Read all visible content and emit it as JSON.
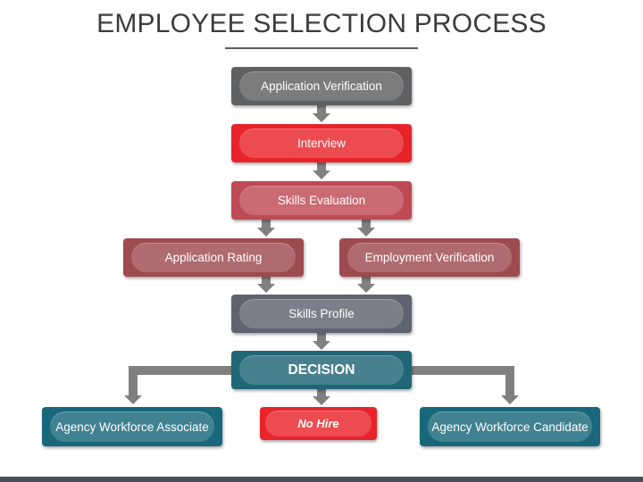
{
  "title": "EMPLOYEE SELECTION PROCESS",
  "nodes": {
    "application_verification": "Application Verification",
    "interview": "Interview",
    "skills_evaluation": "Skills Evaluation",
    "application_rating": "Application Rating",
    "employment_verification": "Employment Verification",
    "skills_profile": "Skills Profile",
    "decision": "DECISION",
    "agency_workforce_associate": "Agency Workforce Associate",
    "no_hire": "No Hire",
    "agency_workforce_candidate": "Agency Workforce Candidate"
  },
  "edges": [
    [
      "application_verification",
      "interview"
    ],
    [
      "interview",
      "skills_evaluation"
    ],
    [
      "skills_evaluation",
      "application_rating"
    ],
    [
      "skills_evaluation",
      "employment_verification"
    ],
    [
      "application_rating",
      "skills_profile"
    ],
    [
      "employment_verification",
      "skills_profile"
    ],
    [
      "skills_profile",
      "decision"
    ],
    [
      "decision",
      "agency_workforce_associate"
    ],
    [
      "decision",
      "no_hire"
    ],
    [
      "decision",
      "agency_workforce_candidate"
    ]
  ],
  "colors": {
    "gray": "#5f6062",
    "red": "#e8242a",
    "rose": "#bf4a54",
    "mauve": "#9e4b50",
    "slate": "#5f6370",
    "teal": "#1f6676",
    "arrow": "#808080"
  }
}
